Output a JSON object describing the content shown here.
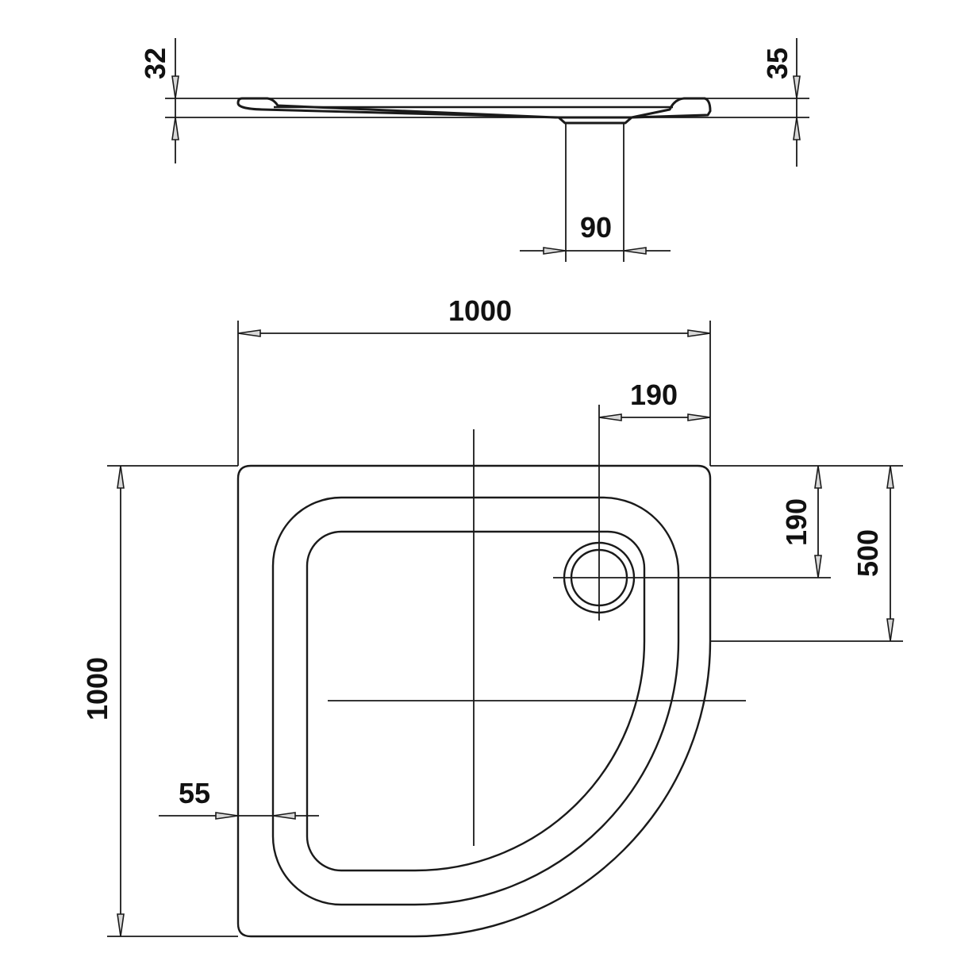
{
  "side_view": {
    "dim_left_height": "32",
    "dim_right_height": "35",
    "dim_drain_width": "90"
  },
  "top_view": {
    "dim_width": "1000",
    "dim_drain_offset_x": "190",
    "dim_drain_offset_y": "190",
    "dim_straight_side": "500",
    "dim_height": "1000",
    "dim_rim_width": "55"
  },
  "colors": {
    "line": "#1a1a1a",
    "arrowhead_fill": "#d8d8d8",
    "background": "#ffffff"
  }
}
